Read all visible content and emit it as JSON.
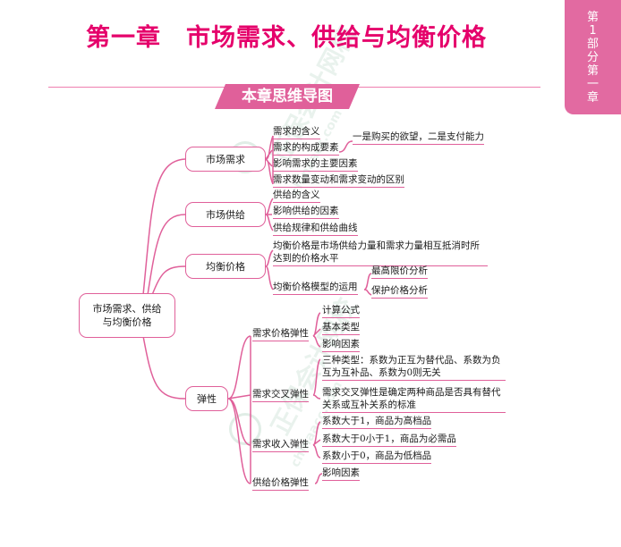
{
  "header": {
    "title": "第一章　市场需求、供给与均衡价格",
    "side_tab": "第1部分 第一章",
    "banner": "本章思维导图"
  },
  "watermark": {
    "text": "正保会计网校",
    "url": "chinaacc.com"
  },
  "mindmap": {
    "root": "市场需求、供给与均衡价格",
    "demand": {
      "label": "市场需求",
      "items": [
        "需求的含义",
        "需求的构成要素",
        "影响需求的主要因素",
        "需求数量变动和需求变动的区别"
      ],
      "note": "一是购买的欲望，二是支付能力"
    },
    "supply": {
      "label": "市场供给",
      "items": [
        "供给的含义",
        "影响供给的因素",
        "供给规律和供给曲线"
      ]
    },
    "equilibrium": {
      "label": "均衡价格",
      "definition": "均衡价格是市场供给力量和需求力量相互抵消时所达到的价格水平",
      "model": "均衡价格模型的运用",
      "model_items": [
        "最高限价分析",
        "保护价格分析"
      ]
    },
    "elasticity": {
      "label": "弹性",
      "price": {
        "label": "需求价格弹性",
        "items": [
          "计算公式",
          "基本类型",
          "影响因素"
        ]
      },
      "cross": {
        "label": "需求交叉弹性",
        "items": [
          "三种类型：系数为正互为替代品、系数为负互为互补品、系数为0则无关",
          "需求交叉弹性是确定两种商品是否具有替代关系或互补关系的标准"
        ]
      },
      "income": {
        "label": "需求收入弹性",
        "items": [
          "系数大于1，商品为高档品",
          "系数大于0小于1，商品为必需品",
          "系数小于0，商品为低档品"
        ]
      },
      "supply_price": {
        "label": "供给价格弹性",
        "items": [
          "影响因素"
        ]
      }
    }
  }
}
